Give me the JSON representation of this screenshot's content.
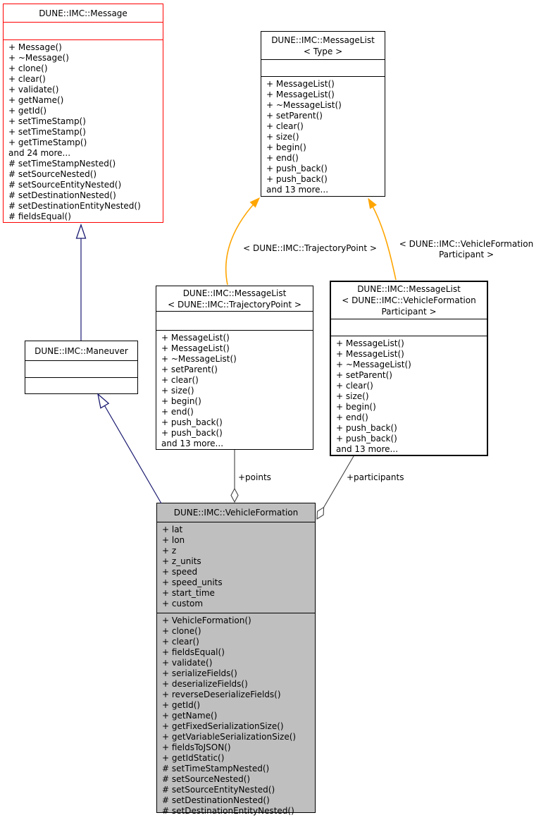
{
  "colors": {
    "inheritance_edge": "#191970",
    "template_edge": "#ffa500",
    "association_edge": "#404040",
    "current_class_fill": "#bfbfbf",
    "truncated_class_border": "#ff0000",
    "class_border": "#000000"
  },
  "classes": {
    "message": {
      "title_lines": [
        "DUNE::IMC::Message"
      ],
      "attributes": [],
      "methods": [
        "+ Message()",
        "+ ~Message()",
        "+ clone()",
        "+ clear()",
        "+ validate()",
        "+ getName()",
        "+ getId()",
        "+ setTimeStamp()",
        "+ setTimeStamp()",
        "+ getTimeStamp()",
        "and 24 more...",
        "# setTimeStampNested()",
        "# setSourceNested()",
        "# setSourceEntityNested()",
        "# setDestinationNested()",
        "# setDestinationEntityNested()",
        "# fieldsEqual()"
      ]
    },
    "message_list_type": {
      "title_lines": [
        "DUNE::IMC::MessageList",
        "< Type >"
      ],
      "attributes": [],
      "methods": [
        "+ MessageList()",
        "+ MessageList()",
        "+ ~MessageList()",
        "+ setParent()",
        "+ clear()",
        "+ size()",
        "+ begin()",
        "+ end()",
        "+ push_back()",
        "+ push_back()",
        "and 13 more..."
      ]
    },
    "message_list_trajectory_point": {
      "title_lines": [
        "DUNE::IMC::MessageList",
        "< DUNE::IMC::TrajectoryPoint >"
      ],
      "attributes": [],
      "methods": [
        "+ MessageList()",
        "+ MessageList()",
        "+ ~MessageList()",
        "+ setParent()",
        "+ clear()",
        "+ size()",
        "+ begin()",
        "+ end()",
        "+ push_back()",
        "+ push_back()",
        "and 13 more..."
      ]
    },
    "message_list_vfp": {
      "title_lines": [
        "DUNE::IMC::MessageList",
        "< DUNE::IMC::VehicleFormation",
        "Participant >"
      ],
      "attributes": [],
      "methods": [
        "+ MessageList()",
        "+ MessageList()",
        "+ ~MessageList()",
        "+ setParent()",
        "+ clear()",
        "+ size()",
        "+ begin()",
        "+ end()",
        "+ push_back()",
        "+ push_back()",
        "and 13 more..."
      ]
    },
    "maneuver": {
      "title_lines": [
        "DUNE::IMC::Maneuver"
      ],
      "attributes": [],
      "methods": []
    },
    "vehicle_formation": {
      "title_lines": [
        "DUNE::IMC::VehicleFormation"
      ],
      "attributes": [
        "+ lat",
        "+ lon",
        "+ z",
        "+ z_units",
        "+ speed",
        "+ speed_units",
        "+ start_time",
        "+ custom"
      ],
      "methods": [
        "+ VehicleFormation()",
        "+ clone()",
        "+ clear()",
        "+ fieldsEqual()",
        "+ validate()",
        "+ serializeFields()",
        "+ deserializeFields()",
        "+ reverseDeserializeFields()",
        "+ getId()",
        "+ getName()",
        "+ getFixedSerializationSize()",
        "+ getVariableSerializationSize()",
        "+ fieldsToJSON()",
        "+ getIdStatic()",
        "# setTimeStampNested()",
        "# setSourceNested()",
        "# setSourceEntityNested()",
        "# setDestinationNested()",
        "# setDestinationEntityNested()"
      ]
    }
  },
  "edge_labels": {
    "trajectory_point_template": "< DUNE::IMC::TrajectoryPoint >",
    "vfp_template_line1": "< DUNE::IMC::VehicleFormation",
    "vfp_template_line2": "Participant >",
    "points": "+points",
    "participants": "+participants"
  }
}
